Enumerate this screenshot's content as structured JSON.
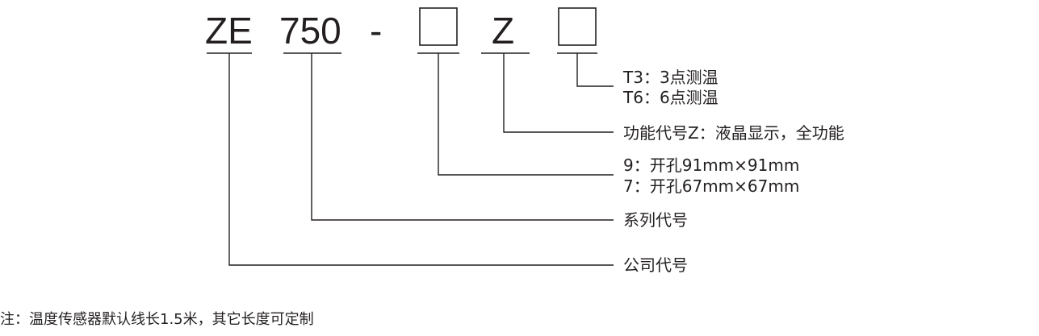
{
  "model_code": {
    "company": "ZE",
    "series": "750",
    "dash": "-",
    "function": "Z"
  },
  "descriptions": {
    "probe_t3": "T3：3点测温",
    "probe_t6": "T6：6点测温",
    "function": "功能代号Z：液晶显示，全功能",
    "hole_9": "9：开孔91mm×91mm",
    "hole_7": "7：开孔67mm×67mm",
    "series": "系列代号",
    "company": "公司代号"
  },
  "note": "注：温度传感器默认线长1.5米，其它长度可定制"
}
